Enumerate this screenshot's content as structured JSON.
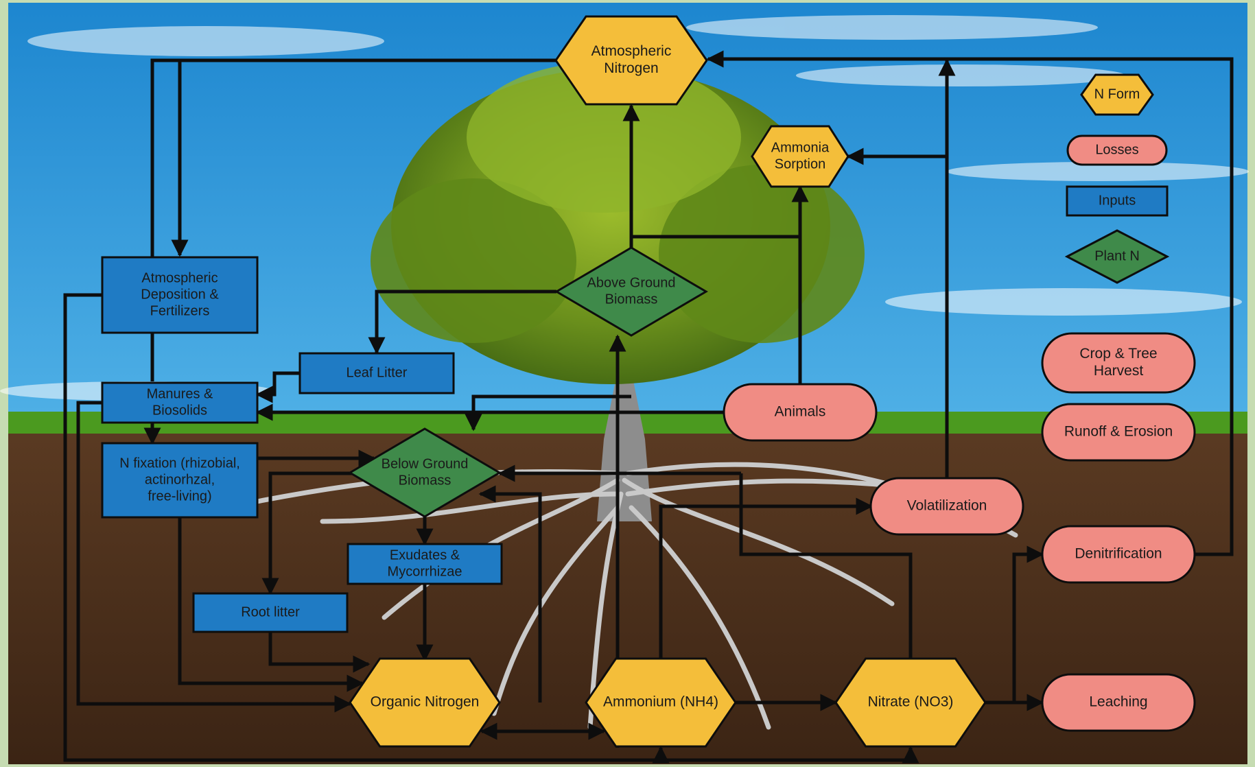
{
  "colors": {
    "frame": "#c6dcb2",
    "sky_top": "#1f8fd6",
    "sky_bottom": "#7cc6ee",
    "grass": "#4b9a1f",
    "soil": "#4a2e1a",
    "n_form": "#f4be3a",
    "losses": "#f08c84",
    "inputs": "#1f7bc4",
    "plant_n": "#3f8a4a",
    "arrow": "#0d0d0d"
  },
  "legend": {
    "n_form": "N Form",
    "losses": "Losses",
    "inputs": "Inputs",
    "plant_n": "Plant N"
  },
  "nodes": {
    "atmospheric_nitrogen": [
      "Atmospheric",
      "Nitrogen"
    ],
    "ammonia_sorption": [
      "Ammonia",
      "Sorption"
    ],
    "above_ground_biomass": [
      "Above Ground",
      "Biomass"
    ],
    "atmospheric_deposition": [
      "Atmospheric",
      "Deposition &",
      "Fertilizers"
    ],
    "leaf_litter": [
      "Leaf Litter"
    ],
    "manures_biosolids": [
      "Manures &",
      "Biosolids"
    ],
    "n_fixation": [
      "N fixation (rhizobial,",
      "actinorhzal,",
      "free-living)"
    ],
    "below_ground_biomass": [
      "Below Ground",
      "Biomass"
    ],
    "exudates": [
      "Exudates &",
      "Mycorrhizae"
    ],
    "root_litter": [
      "Root litter"
    ],
    "organic_nitrogen": [
      "Organic Nitrogen"
    ],
    "ammonium": [
      "Ammonium (NH4)"
    ],
    "nitrate": [
      "Nitrate (NO3)"
    ],
    "animals": [
      "Animals"
    ],
    "volatilization": [
      "Volatilization"
    ],
    "crop_tree_harvest": [
      "Crop & Tree",
      "Harvest"
    ],
    "runoff_erosion": [
      "Runoff & Erosion"
    ],
    "denitrification": [
      "Denitrification"
    ],
    "leaching": [
      "Leaching"
    ]
  }
}
